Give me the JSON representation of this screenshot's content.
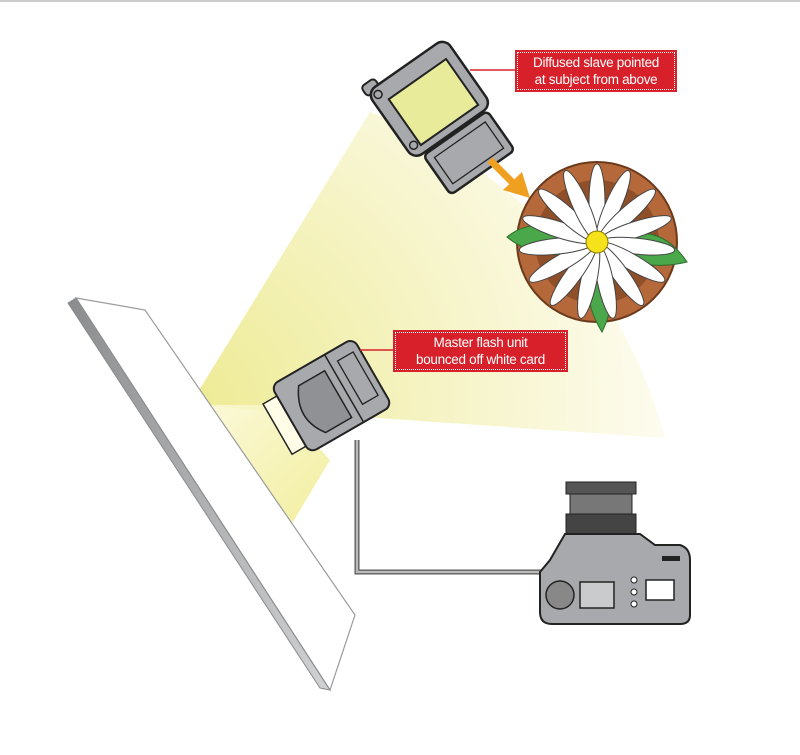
{
  "labels": {
    "slave": [
      "Diffused slave pointed",
      "at subject from above"
    ],
    "master": [
      "Master flash unit",
      "bounced off white card"
    ]
  },
  "colors": {
    "label_bg": "#d7202a",
    "light": "#f3ef9a",
    "arrow": "#f0a020",
    "pot": "#b5683a",
    "leaf": "#4aa84a",
    "flower_center": "#f5e21a",
    "device_gray": "#a7a9ac"
  }
}
